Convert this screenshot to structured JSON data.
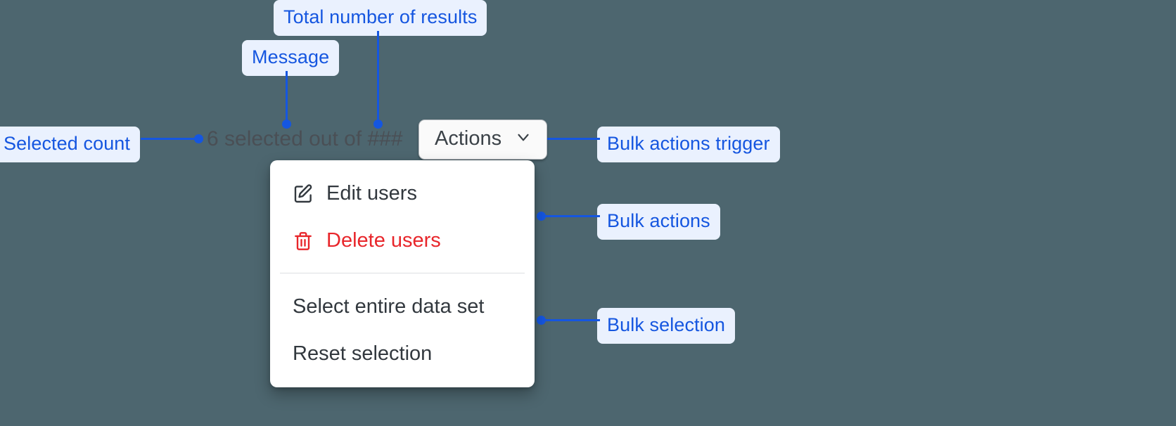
{
  "canvas": {
    "background_color": "#4d666f",
    "annotation_color": "#1556e0",
    "annotation_chip_background": "#eaf1fe"
  },
  "annotations": [
    {
      "id": "total-results",
      "label": "Total number of results"
    },
    {
      "id": "message",
      "label": "Message"
    },
    {
      "id": "selected-count",
      "label": "Selected count"
    },
    {
      "id": "bulk-trigger",
      "label": "Bulk actions trigger"
    },
    {
      "id": "bulk-actions",
      "label": "Bulk actions"
    },
    {
      "id": "bulk-selection",
      "label": "Bulk selection"
    }
  ],
  "component": {
    "selection_message": {
      "full_text": "6 selected out of ###",
      "selected_count": "6",
      "middle_text": " selected out of ",
      "total_results": "###",
      "text_color": "#4a4f55"
    },
    "actions_trigger": {
      "label": "Actions",
      "icon": "chevron-down-icon",
      "background": "#fafafa",
      "border_color": "#b8bcc0",
      "text_color": "#3b4248"
    },
    "menu": {
      "bulk_actions": [
        {
          "label": "Edit users",
          "icon": "edit-pencil-icon",
          "tone": "default",
          "color": "#32383e"
        },
        {
          "label": "Delete users",
          "icon": "trash-icon",
          "tone": "danger",
          "color": "#e8262b"
        }
      ],
      "bulk_selection": [
        {
          "label": "Select entire data set",
          "icon": null,
          "tone": "default",
          "color": "#32383e"
        },
        {
          "label": "Reset selection",
          "icon": null,
          "tone": "default",
          "color": "#32383e"
        }
      ]
    }
  }
}
